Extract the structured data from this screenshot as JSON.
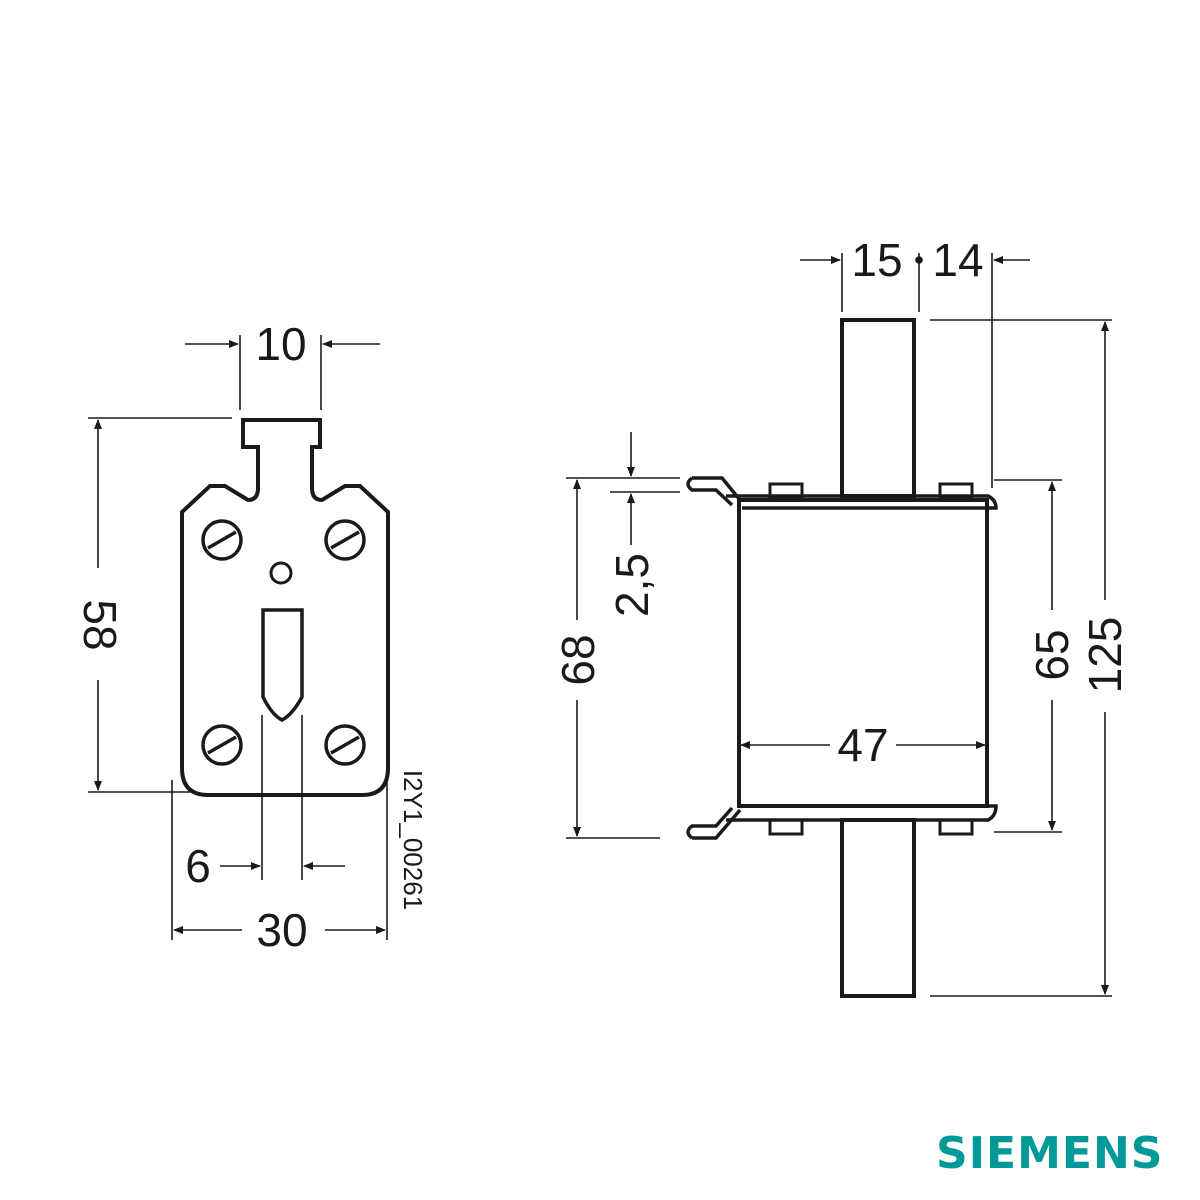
{
  "drawing": {
    "code": "I2Y1_00261",
    "front_view": {
      "tab_width": "10",
      "height": "58",
      "slot_width": "6",
      "width": "30"
    },
    "side_view": {
      "blade_width": "15",
      "blade_offset": "14",
      "contact_thickness": "2,5",
      "total_height_contacts": "68",
      "body_height": "65",
      "total_length": "125",
      "body_width": "47"
    }
  },
  "brand": {
    "name": "SIEMENS",
    "color": "#009999"
  }
}
